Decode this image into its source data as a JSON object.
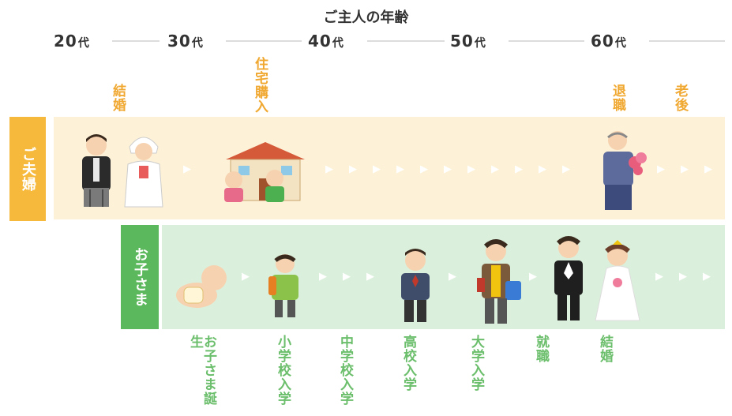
{
  "title": "ご主人の年齢",
  "ages": [
    {
      "num": "20",
      "unit": "代"
    },
    {
      "num": "30",
      "unit": "代"
    },
    {
      "num": "40",
      "unit": "代"
    },
    {
      "num": "50",
      "unit": "代"
    },
    {
      "num": "60",
      "unit": "代"
    }
  ],
  "couple": {
    "label": "ご夫婦",
    "events": [
      "結婚",
      "住宅購入",
      "退職",
      "老後"
    ]
  },
  "child": {
    "label": "お子さま",
    "events": [
      "お子さま誕生",
      "小学校入学",
      "中学校入学",
      "高校入学",
      "大学入学",
      "就職",
      "結婚"
    ]
  },
  "arrow_glyph": "▶",
  "colors": {
    "couple_band": "#fdf2d8",
    "couple_tag": "#f6b93b",
    "couple_event_text": "#f0a830",
    "child_band": "#dbf0dc",
    "child_tag": "#5cb85c",
    "child_event_text": "#6bbe6b"
  }
}
